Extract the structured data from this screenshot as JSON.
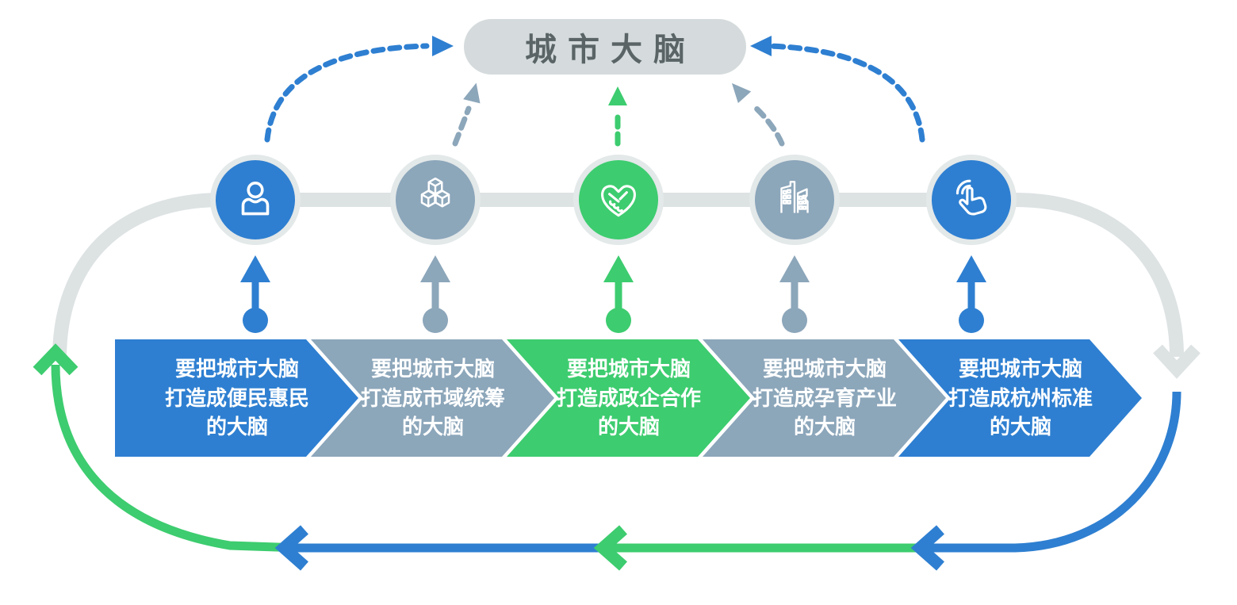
{
  "title": {
    "text": "城市大脑"
  },
  "colors": {
    "blue": "#2E7FD1",
    "green": "#3DCC6F",
    "slate": "#8CA6BA",
    "light": "#DDE2E3",
    "ring": "#E3E8E9",
    "pill_bg": "#D5DBDC",
    "title_text": "#5A6466",
    "step_text": "#FFFFFF"
  },
  "steps": [
    {
      "name": "citizen-friendly",
      "icon": "person-icon",
      "color_key": "blue",
      "label_lines": [
        "要把城市大脑",
        "打造成便民惠民",
        "的大脑"
      ]
    },
    {
      "name": "city-coordination",
      "icon": "cubes-icon",
      "color_key": "slate",
      "label_lines": [
        "要把城市大脑",
        "打造成市域统筹",
        "的大脑"
      ]
    },
    {
      "name": "gov-enterprise",
      "icon": "handshake-icon",
      "color_key": "green",
      "label_lines": [
        "要把城市大脑",
        "打造成政企合作",
        "的大脑"
      ]
    },
    {
      "name": "industry-incubation",
      "icon": "buildings-icon",
      "color_key": "slate",
      "label_lines": [
        "要把城市大脑",
        "打造成孕育产业",
        "的大脑"
      ]
    },
    {
      "name": "hangzhou-standard",
      "icon": "touch-icon",
      "color_key": "blue",
      "label_lines": [
        "要把城市大脑",
        "打造成杭州标准",
        "的大脑"
      ]
    }
  ]
}
